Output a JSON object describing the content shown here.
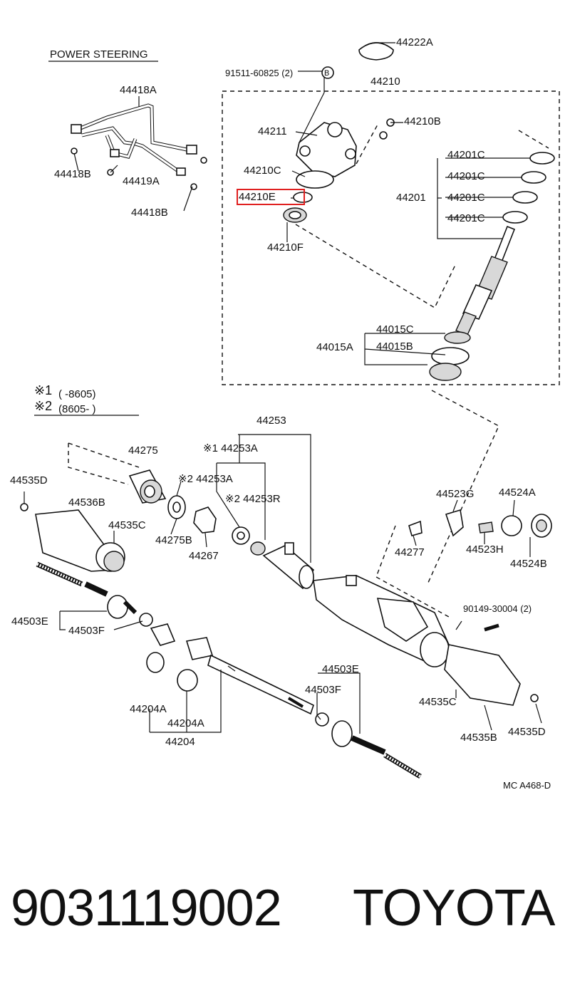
{
  "title": "POWER STEERING",
  "legend": {
    "note1_mark": "※1",
    "note1_range": "(        -8605)",
    "note2_mark": "※2",
    "note2_range": "(8605-        )"
  },
  "highlighted_part": "44210E",
  "footer": {
    "part_number": "9031119002",
    "brand": "TOYOTA"
  },
  "diagram_code": "MC A468-D",
  "labels": {
    "l_44222A": "44222A",
    "l_91511": "91511-60825 (2)",
    "l_circle_b": "B",
    "l_44210": "44210",
    "l_44418A": "44418A",
    "l_44211": "44211",
    "l_44210B": "44210B",
    "l_44418B_1": "44418B",
    "l_44419A": "44419A",
    "l_44210C": "44210C",
    "l_44201C_1": "44201C",
    "l_44201C_2": "44201C",
    "l_44201": "44201",
    "l_44201C_3": "44201C",
    "l_44201C_4": "44201C",
    "l_44418B_2": "44418B",
    "l_44210E": "44210E",
    "l_44210F": "44210F",
    "l_44015C": "44015C",
    "l_44015A": "44015A",
    "l_44015B": "44015B",
    "l_44253": "44253",
    "l_44253A_1": "※1 44253A",
    "l_44275": "44275",
    "l_44253A_2": "※2 44253A",
    "l_44535D_1": "44535D",
    "l_44523G": "44523G",
    "l_44524A": "44524A",
    "l_44253R": "※2 44253R",
    "l_44536B": "44536B",
    "l_44535C_1": "44535C",
    "l_44275B": "44275B",
    "l_44277": "44277",
    "l_44523H": "44523H",
    "l_44267": "44267",
    "l_44524B": "44524B",
    "l_90149": "90149-30004 (2)",
    "l_44503E_1": "44503E",
    "l_44503F_1": "44503F",
    "l_44503E_2": "44503E",
    "l_44503F_2": "44503F",
    "l_44535C_2": "44535C",
    "l_44204A_1": "44204A",
    "l_44204A_2": "44204A",
    "l_44535B": "44535B",
    "l_44535D_2": "44535D",
    "l_44204": "44204"
  }
}
